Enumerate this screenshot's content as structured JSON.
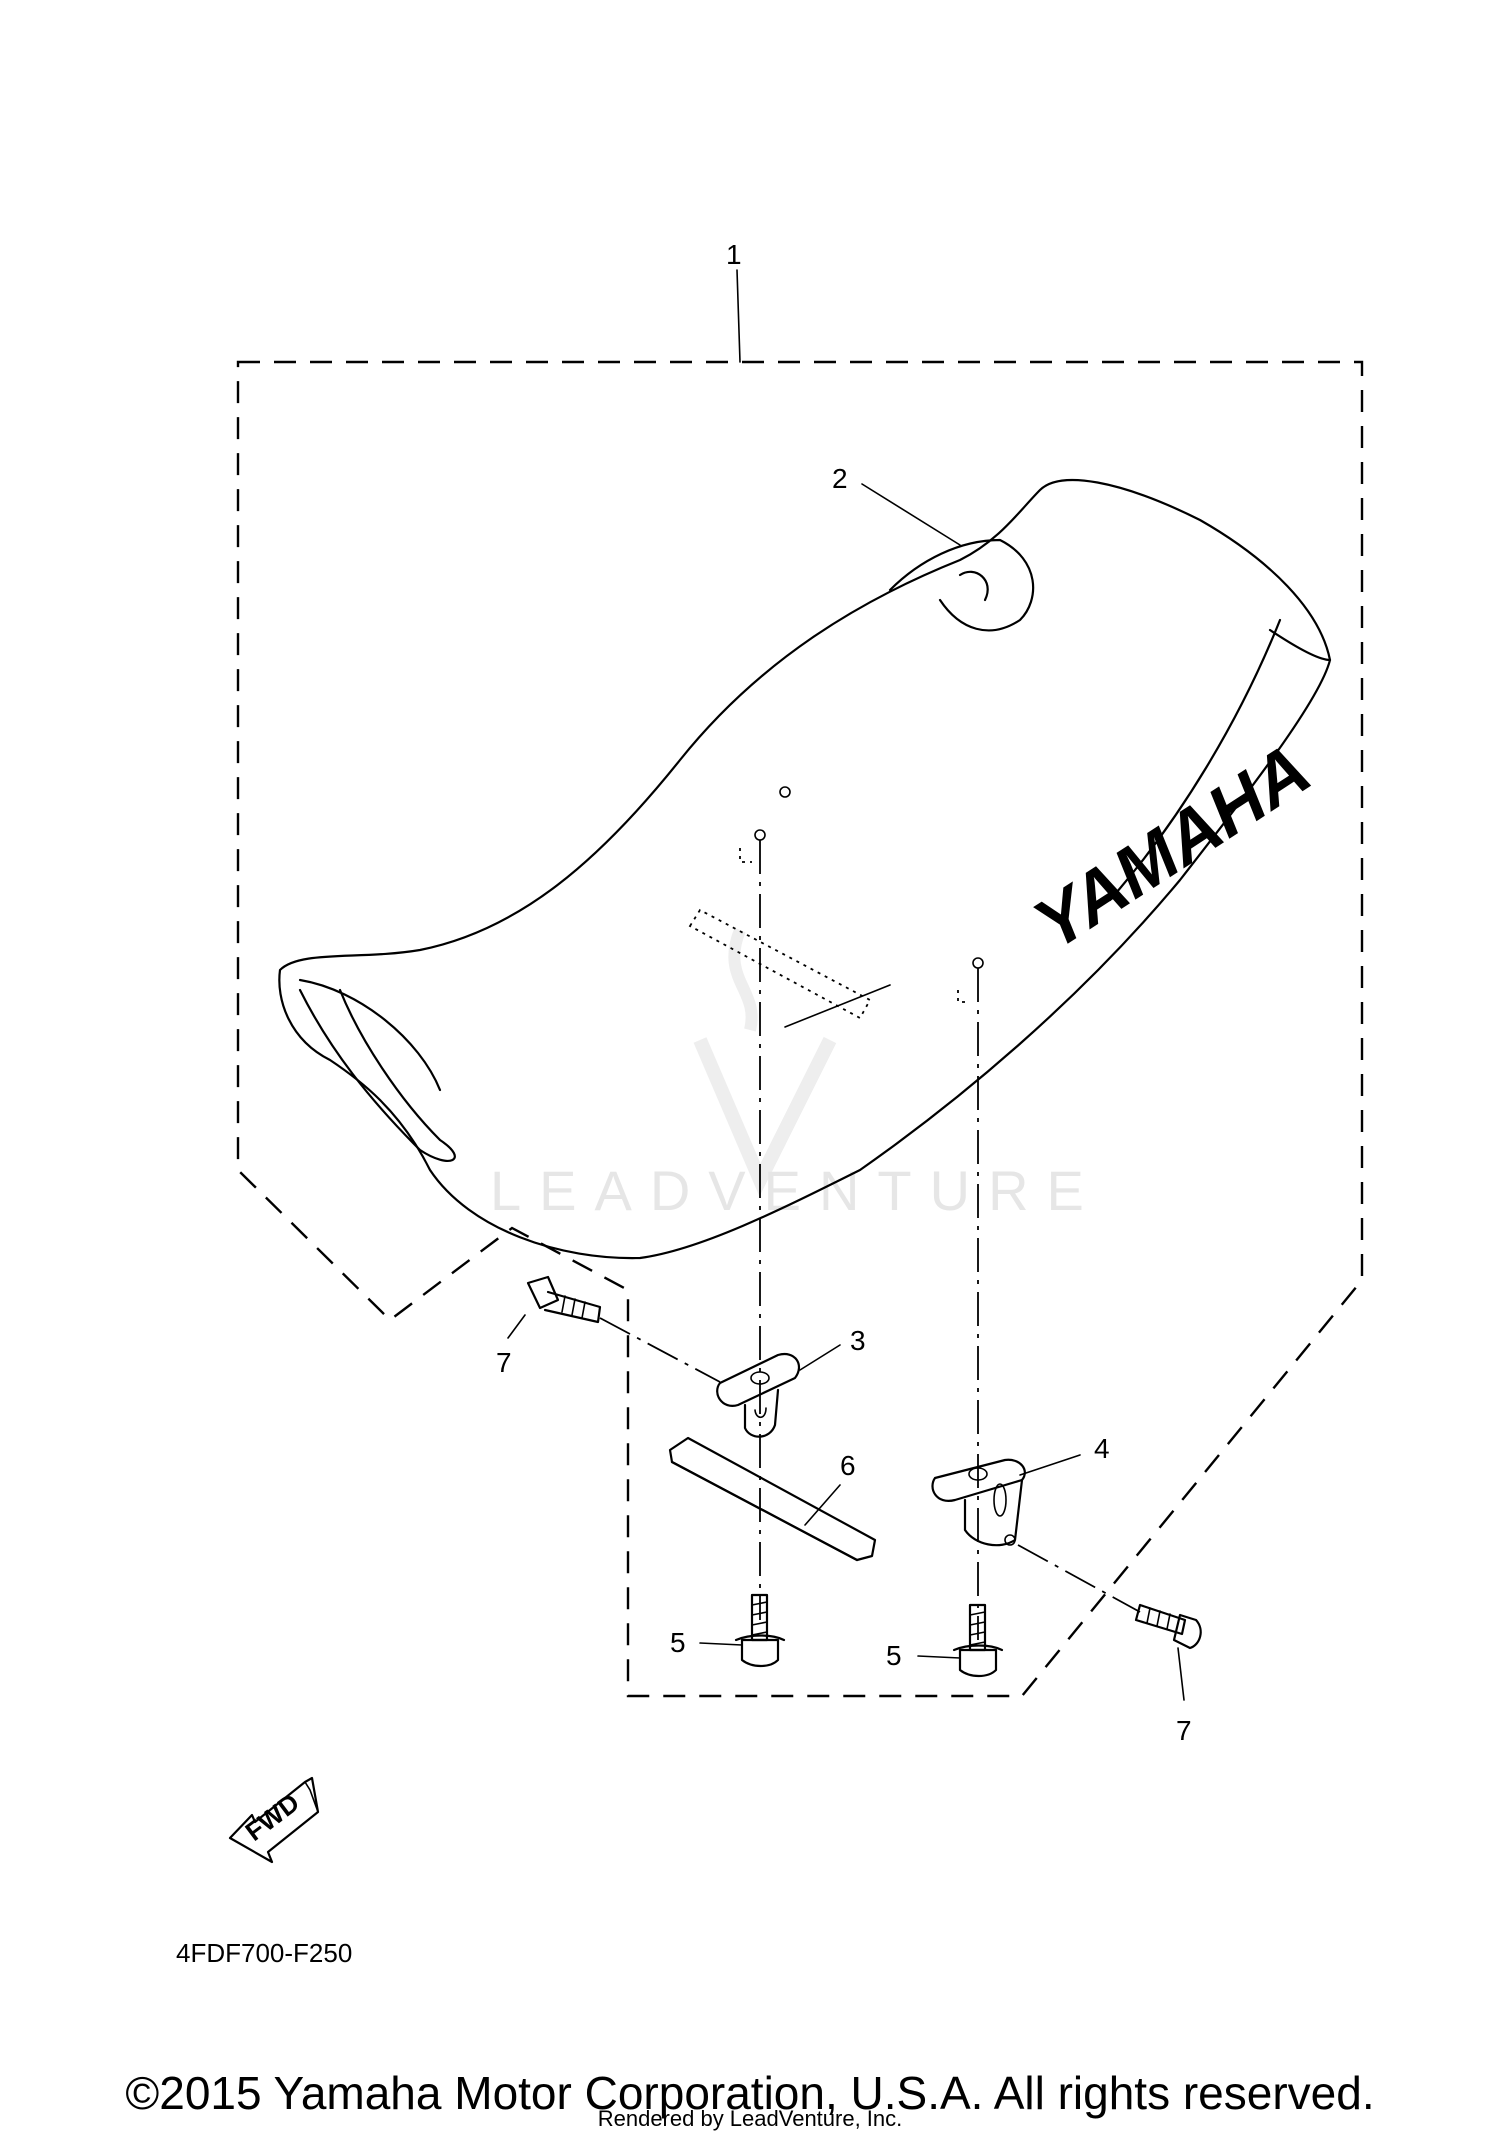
{
  "diagram": {
    "callouts": [
      "1",
      "2",
      "3",
      "4",
      "5",
      "5",
      "6",
      "7",
      "7"
    ],
    "seat_brand_text": "YAMAHA",
    "fwd_label": "FWD",
    "part_code": "4FDF700-F250",
    "watermark": "LEADVENTURE"
  },
  "footer": {
    "copyright": "©2015 Yamaha Motor Corporation, U.S.A. All rights reserved.",
    "rendered_by": "Rendered by LeadVenture, Inc."
  }
}
